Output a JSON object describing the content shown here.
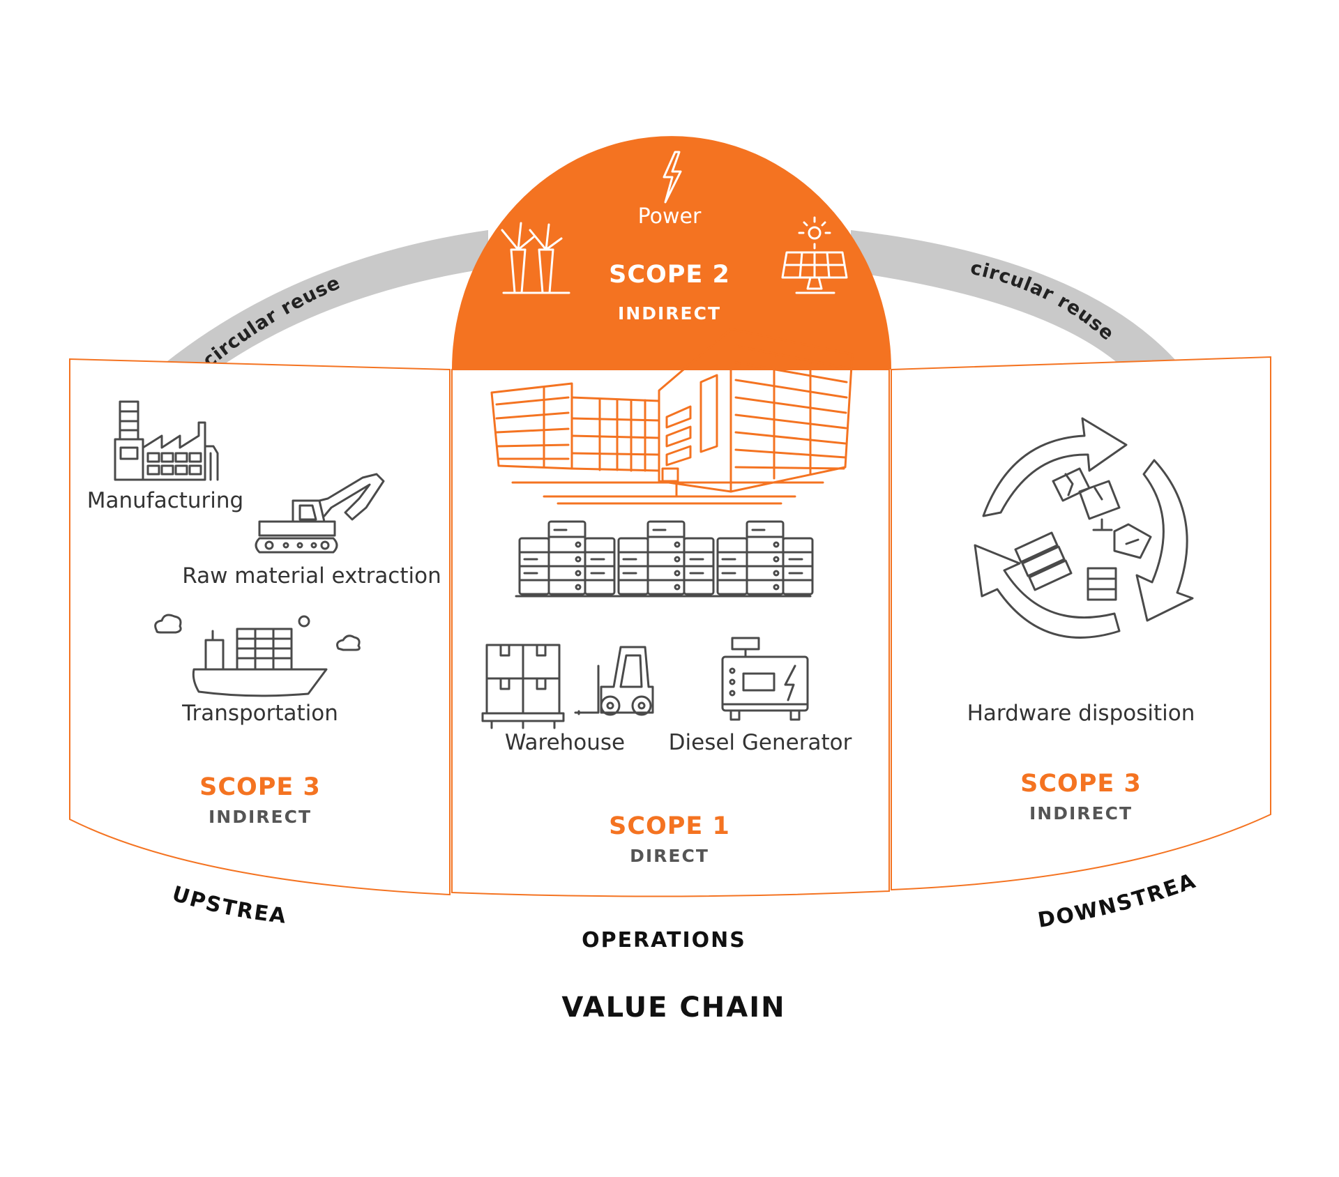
{
  "colors": {
    "accent": "#f47321",
    "arch": "#c9c9c9",
    "text": "#333333",
    "muted": "#555555",
    "line": "#4a4a4a"
  },
  "power": {
    "label": "Power",
    "scope": "SCOPE 2",
    "kind": "INDIRECT",
    "icons": [
      "lightning-icon",
      "wind-turbine-icon",
      "solar-panel-icon"
    ]
  },
  "arches": {
    "left": "circular reuse",
    "right": "circular reuse"
  },
  "upstream": {
    "items": [
      {
        "label": "Manufacturing",
        "icon": "factory-icon"
      },
      {
        "label": "Raw material extraction",
        "icon": "excavator-icon"
      },
      {
        "label": "Transportation",
        "icon": "cargo-ship-icon"
      }
    ],
    "scope": "SCOPE 3",
    "kind": "INDIRECT",
    "stage": "UPSTREAM"
  },
  "operations": {
    "items": [
      {
        "label": "Warehouse",
        "icon": "warehouse-icon"
      },
      {
        "label": "Diesel Generator",
        "icon": "generator-icon"
      }
    ],
    "icons": [
      "data-center-building-icon",
      "server-racks-icon",
      "forklift-icon"
    ],
    "scope": "SCOPE 1",
    "kind": "DIRECT",
    "stage": "OPERATIONS"
  },
  "downstream": {
    "items": [
      {
        "label": "Hardware disposition",
        "icon": "recycle-icon"
      }
    ],
    "scope": "SCOPE 3",
    "kind": "INDIRECT",
    "stage": "DOWNSTREAM"
  },
  "footer": {
    "title": "VALUE CHAIN"
  }
}
